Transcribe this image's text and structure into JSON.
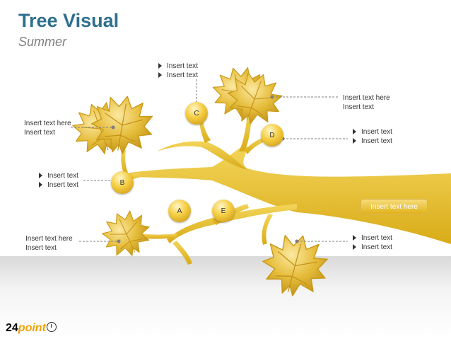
{
  "title": "Tree Visual",
  "subtitle": "Summer",
  "nodes": {
    "a": "A",
    "b": "B",
    "c": "C",
    "d": "D",
    "e": "E"
  },
  "labels": {
    "top_center": [
      "Insert text",
      "Insert text"
    ],
    "top_right_1": "Insert text here",
    "top_right_2": "Insert text",
    "left_upper_1": "Insert text here",
    "left_upper_2": "Insert text",
    "right_d": [
      "Insert text",
      "Insert text"
    ],
    "left_b": [
      "Insert text",
      "Insert text"
    ],
    "left_lower_1": "Insert text here",
    "left_lower_2": "Insert text",
    "right_lower": [
      "Insert text",
      "Insert text"
    ]
  },
  "callout": "Insert text here",
  "logo": {
    "number": "24",
    "word": "point"
  },
  "colors": {
    "title": "#2e6f8e",
    "branch": "#e8c02a",
    "leaf": "#d9a820",
    "node": "#f4cc3f"
  }
}
